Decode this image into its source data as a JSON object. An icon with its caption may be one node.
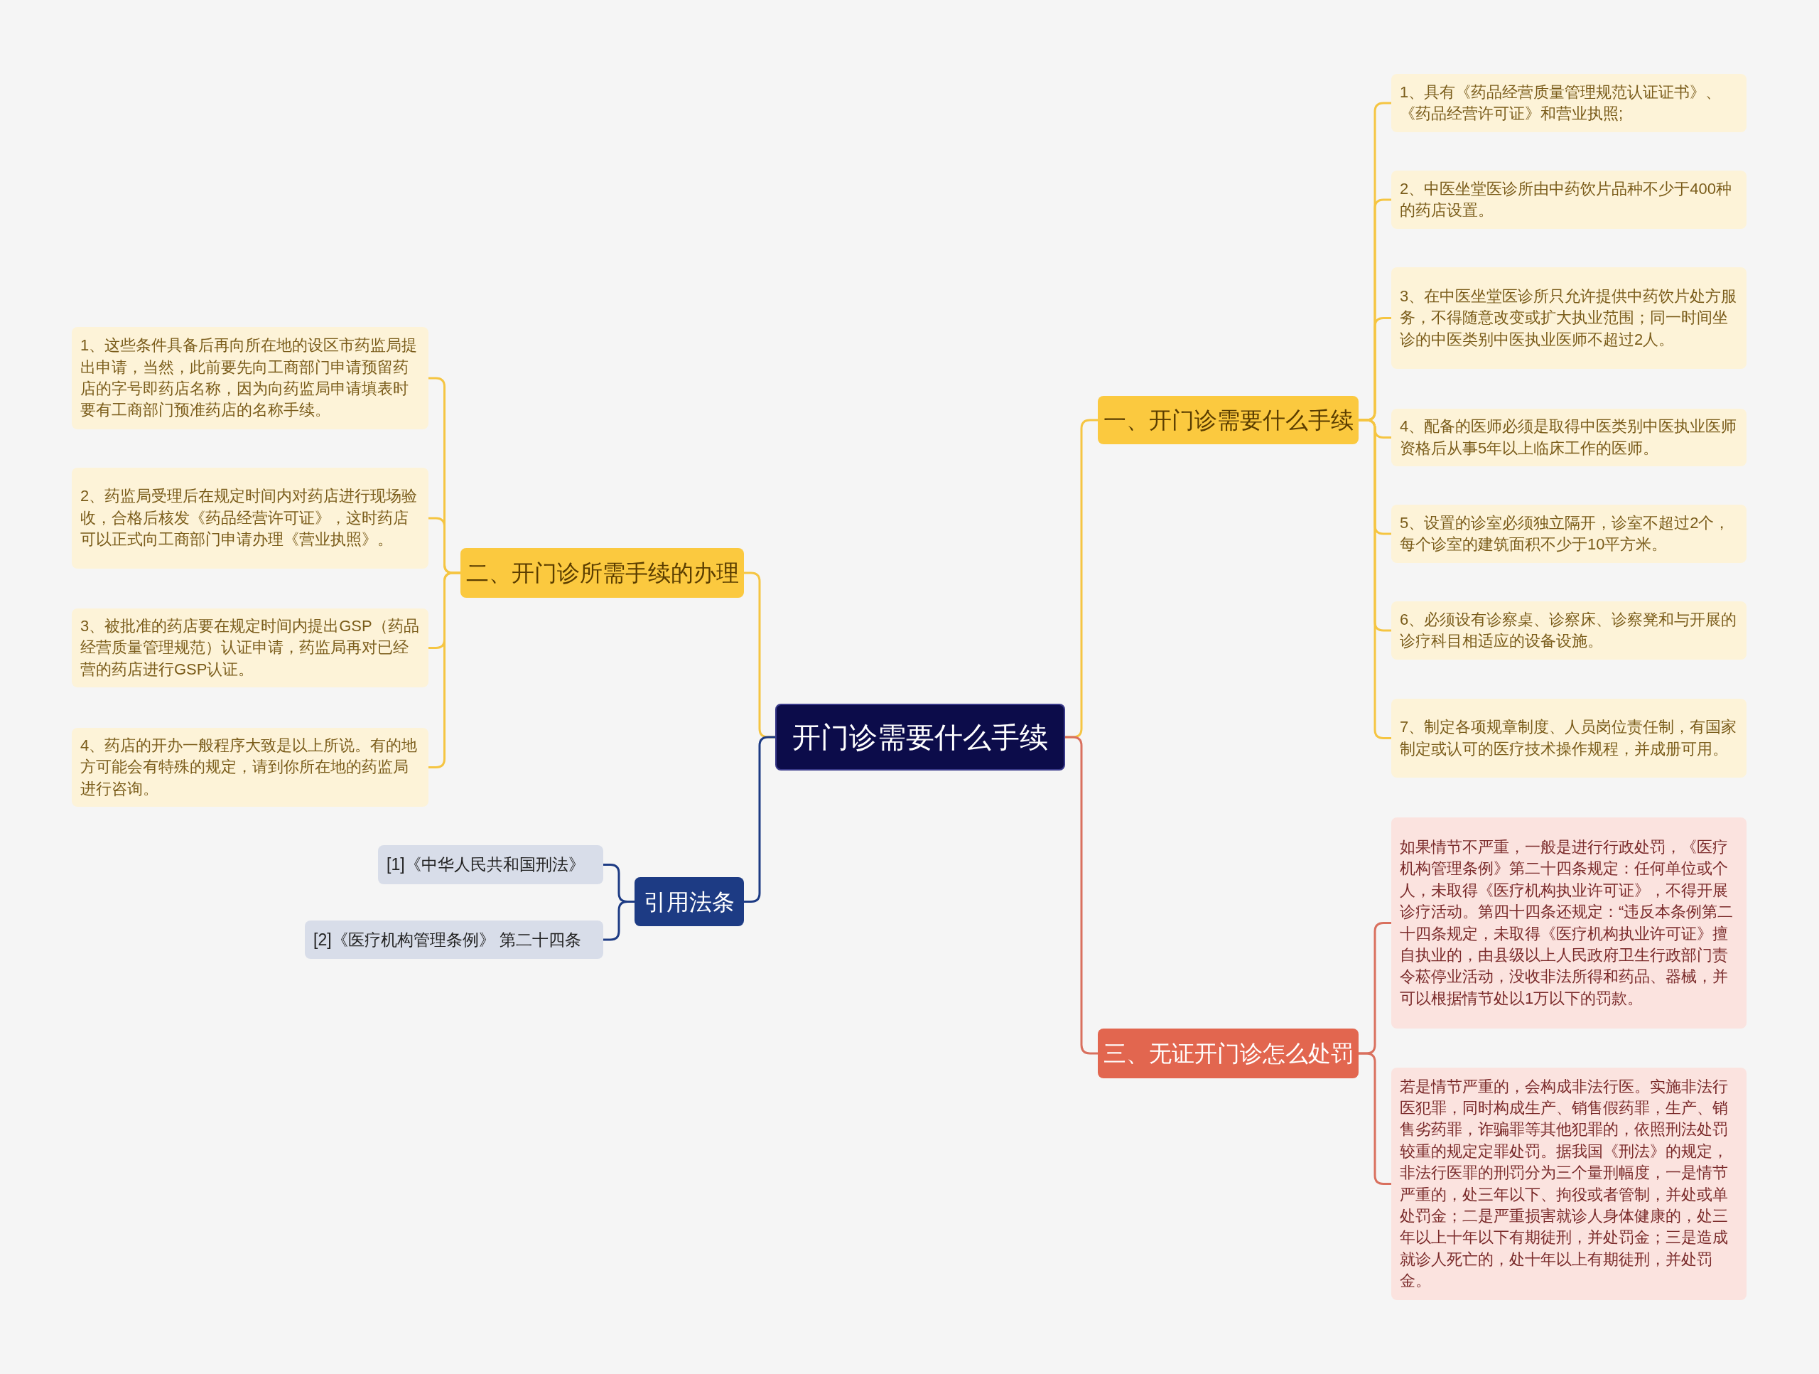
{
  "diagram": {
    "nodes": [
      {
        "text": [
          "开门诊需要什么手续"
        ]
      },
      {
        "text": [
          "一、开门诊需要什么手续"
        ]
      },
      {
        "text": [
          "1、具有《药品经营质量管理规范认证证书》、《药品经营许可证》和营业执照;"
        ]
      },
      {
        "text": [
          "2、中医坐堂医诊所由中药饮片品种不少于400种的药店设置。"
        ]
      },
      {
        "text": [
          "3、在中医坐堂医诊所只允许提供中药饮片处方服务，不得随意改变或扩大执业范围；同一时间坐诊的中医类别中医执业医师不超过2人。"
        ]
      },
      {
        "text": [
          "4、配备的医师必须是取得中医类别中医执业医师资格后从事5年以上临床工作的医师。"
        ]
      },
      {
        "text": [
          "5、设置的诊室必须独立隔开，诊室不超过2个，每个诊室的建筑面积不少于10平方米。"
        ]
      },
      {
        "text": [
          "6、必须设有诊察桌、诊察床、诊察凳和与开展的诊疗科目相适应的设备设施。"
        ]
      },
      {
        "text": [
          "7、制定各项规章制度、人员岗位责任制，有国家制定或认可的医疗技术操作规程，并成册可用。"
        ]
      },
      {
        "text": [
          "二、开门诊所需手续的办理"
        ]
      },
      {
        "text": [
          "1、这些条件具备后再向所在地的设区市药监局提出申请，当然，此前要先向工商部门申请预留药店的字号即药店名称，因为向药监局申请填表时要有工商部门预准药店的名称手续。"
        ]
      },
      {
        "text": [
          "2、药监局受理后在规定时间内对药店进行现场验收，合格后核发《药品经营许可证》，这时药店可以正式向工商部门申请办理《营业执照》。"
        ]
      },
      {
        "text": [
          "3、被批准的药店要在规定时间内提出GSP（药品经营质量管理规范）认证申请，药监局再对已经营的药店进行GSP认证。"
        ]
      },
      {
        "text": [
          "4、药店的开办一般程序大致是以上所说。有的地方可能会有特殊的规定，请到你所在地的药监局进行咨询。"
        ]
      },
      {
        "text": [
          "三、无证开门诊怎么处罚"
        ]
      },
      {
        "text": [
          "如果情节不严重，一般是进行行政处罚，《医疗机构管理条例》第二十四条规定：任何单位或个人，未取得《医疗机构执业许可证》，不得开展诊疗活动。第四十四条还规定：“违反本条例第二十四条规定，未取得《医疗机构执业许可证》擅自执业的，由县级以上人民政府卫生行政部门责令菘停业活动，没收非法所得和药品、器械，并可以根据情节处以1万以下的罚款。"
        ]
      },
      {
        "text": [
          "若是情节严重的，会构成非法行医。实施非法行医犯罪，同时构成生产、销售假药罪，生产、销售劣药罪，诈骗罪等其他犯罪的，依照刑法处罚较重的规定定罪处罚。据我国《刑法》的规定，非法行医罪的刑罚分为三个量刑幅度，一是情节严重的，处三年以下、拘役或者管制，并处或单处罚金；二是严重损害就诊人身体健康的，处三年以上十年以下有期徒刑，并处罚金；三是造成就诊人死亡的，处十年以上有期徒刑，并处罚金。"
        ]
      },
      {
        "text": [
          "引用法条"
        ]
      },
      {
        "text": [
          "[1]《中华人民共和国刑法》"
        ]
      },
      {
        "text": [
          "[2]《医疗机构管理条例》 第二十四条"
        ]
      }
    ],
    "edges": [
      {
        "from": 0,
        "to": 1,
        "arrow": "none"
      },
      {
        "from": 1,
        "to": 2,
        "arrow": "none"
      },
      {
        "from": 1,
        "to": 3,
        "arrow": "none"
      },
      {
        "from": 1,
        "to": 4,
        "arrow": "none"
      },
      {
        "from": 1,
        "to": 5,
        "arrow": "none"
      },
      {
        "from": 1,
        "to": 6,
        "arrow": "none"
      },
      {
        "from": 1,
        "to": 7,
        "arrow": "none"
      },
      {
        "from": 1,
        "to": 8,
        "arrow": "none"
      },
      {
        "from": 0,
        "to": 9,
        "arrow": "none"
      },
      {
        "from": 9,
        "to": 10,
        "arrow": "none"
      },
      {
        "from": 9,
        "to": 11,
        "arrow": "none"
      },
      {
        "from": 9,
        "to": 12,
        "arrow": "none"
      },
      {
        "from": 9,
        "to": 13,
        "arrow": "none"
      },
      {
        "from": 0,
        "to": 14,
        "arrow": "none",
        "color": "#d9705e"
      },
      {
        "from": 14,
        "to": 15,
        "arrow": "none",
        "color": "#d9705e"
      },
      {
        "from": 14,
        "to": 16,
        "arrow": "none",
        "color": "#d9705e"
      },
      {
        "from": 0,
        "to": 17,
        "arrow": "none",
        "color": "#1d3b84"
      },
      {
        "from": 17,
        "to": 18,
        "arrow": "none",
        "color": "#1d3b84"
      },
      {
        "from": 17,
        "to": 19,
        "arrow": "none",
        "color": "#1d3b84"
      }
    ]
  }
}
